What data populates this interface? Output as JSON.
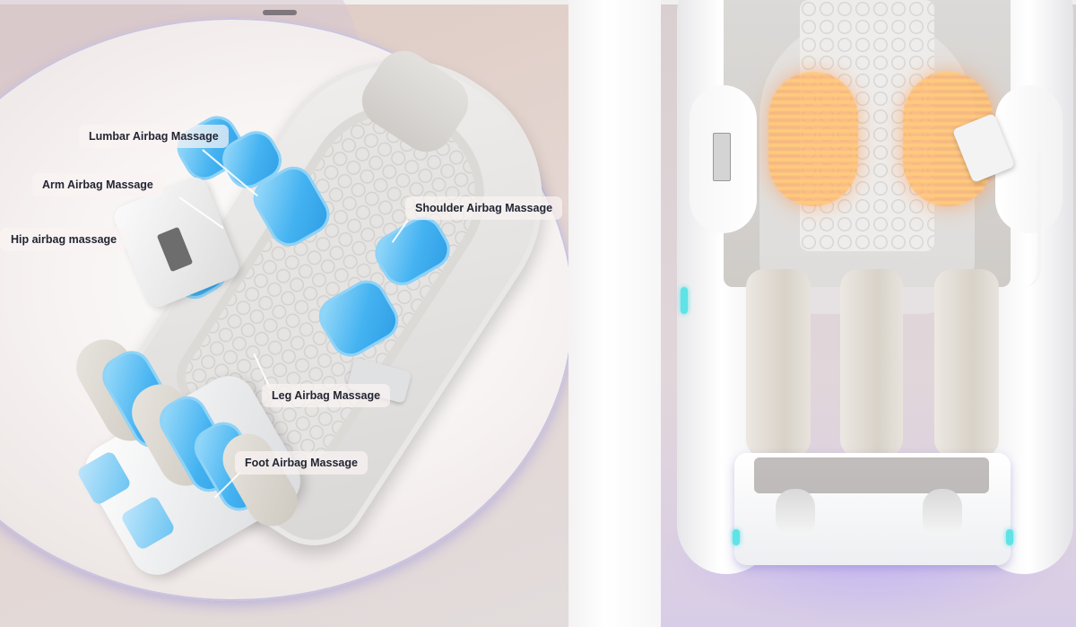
{
  "image": {
    "subject": "Massage chair airbag and heating illustration",
    "panels": [
      {
        "id": "left",
        "view": "top-down angled view of massage chair with blue airbags highlighted"
      },
      {
        "id": "right",
        "view": "front view of massage chair with seated translucent figure and orange lumbar heating"
      }
    ]
  },
  "left_panel": {
    "labels": [
      {
        "id": "lumbar",
        "text": "Lumbar Airbag Massage"
      },
      {
        "id": "arm",
        "text": "Arm Airbag Massage"
      },
      {
        "id": "hip",
        "text": "Hip airbag massage"
      },
      {
        "id": "shoulder",
        "text": "Shoulder Airbag Massage"
      },
      {
        "id": "leg",
        "text": "Leg Airbag Massage"
      },
      {
        "id": "foot",
        "text": "Foot Airbag Massage"
      }
    ]
  },
  "colors": {
    "airbag_blue": "#45b3f1",
    "heat_orange": "#ffa85a",
    "led_cyan": "#5fe3e6",
    "label_text": "#232533",
    "label_bg": "#faf4f2",
    "floor_glow": "#b4a0ff"
  }
}
